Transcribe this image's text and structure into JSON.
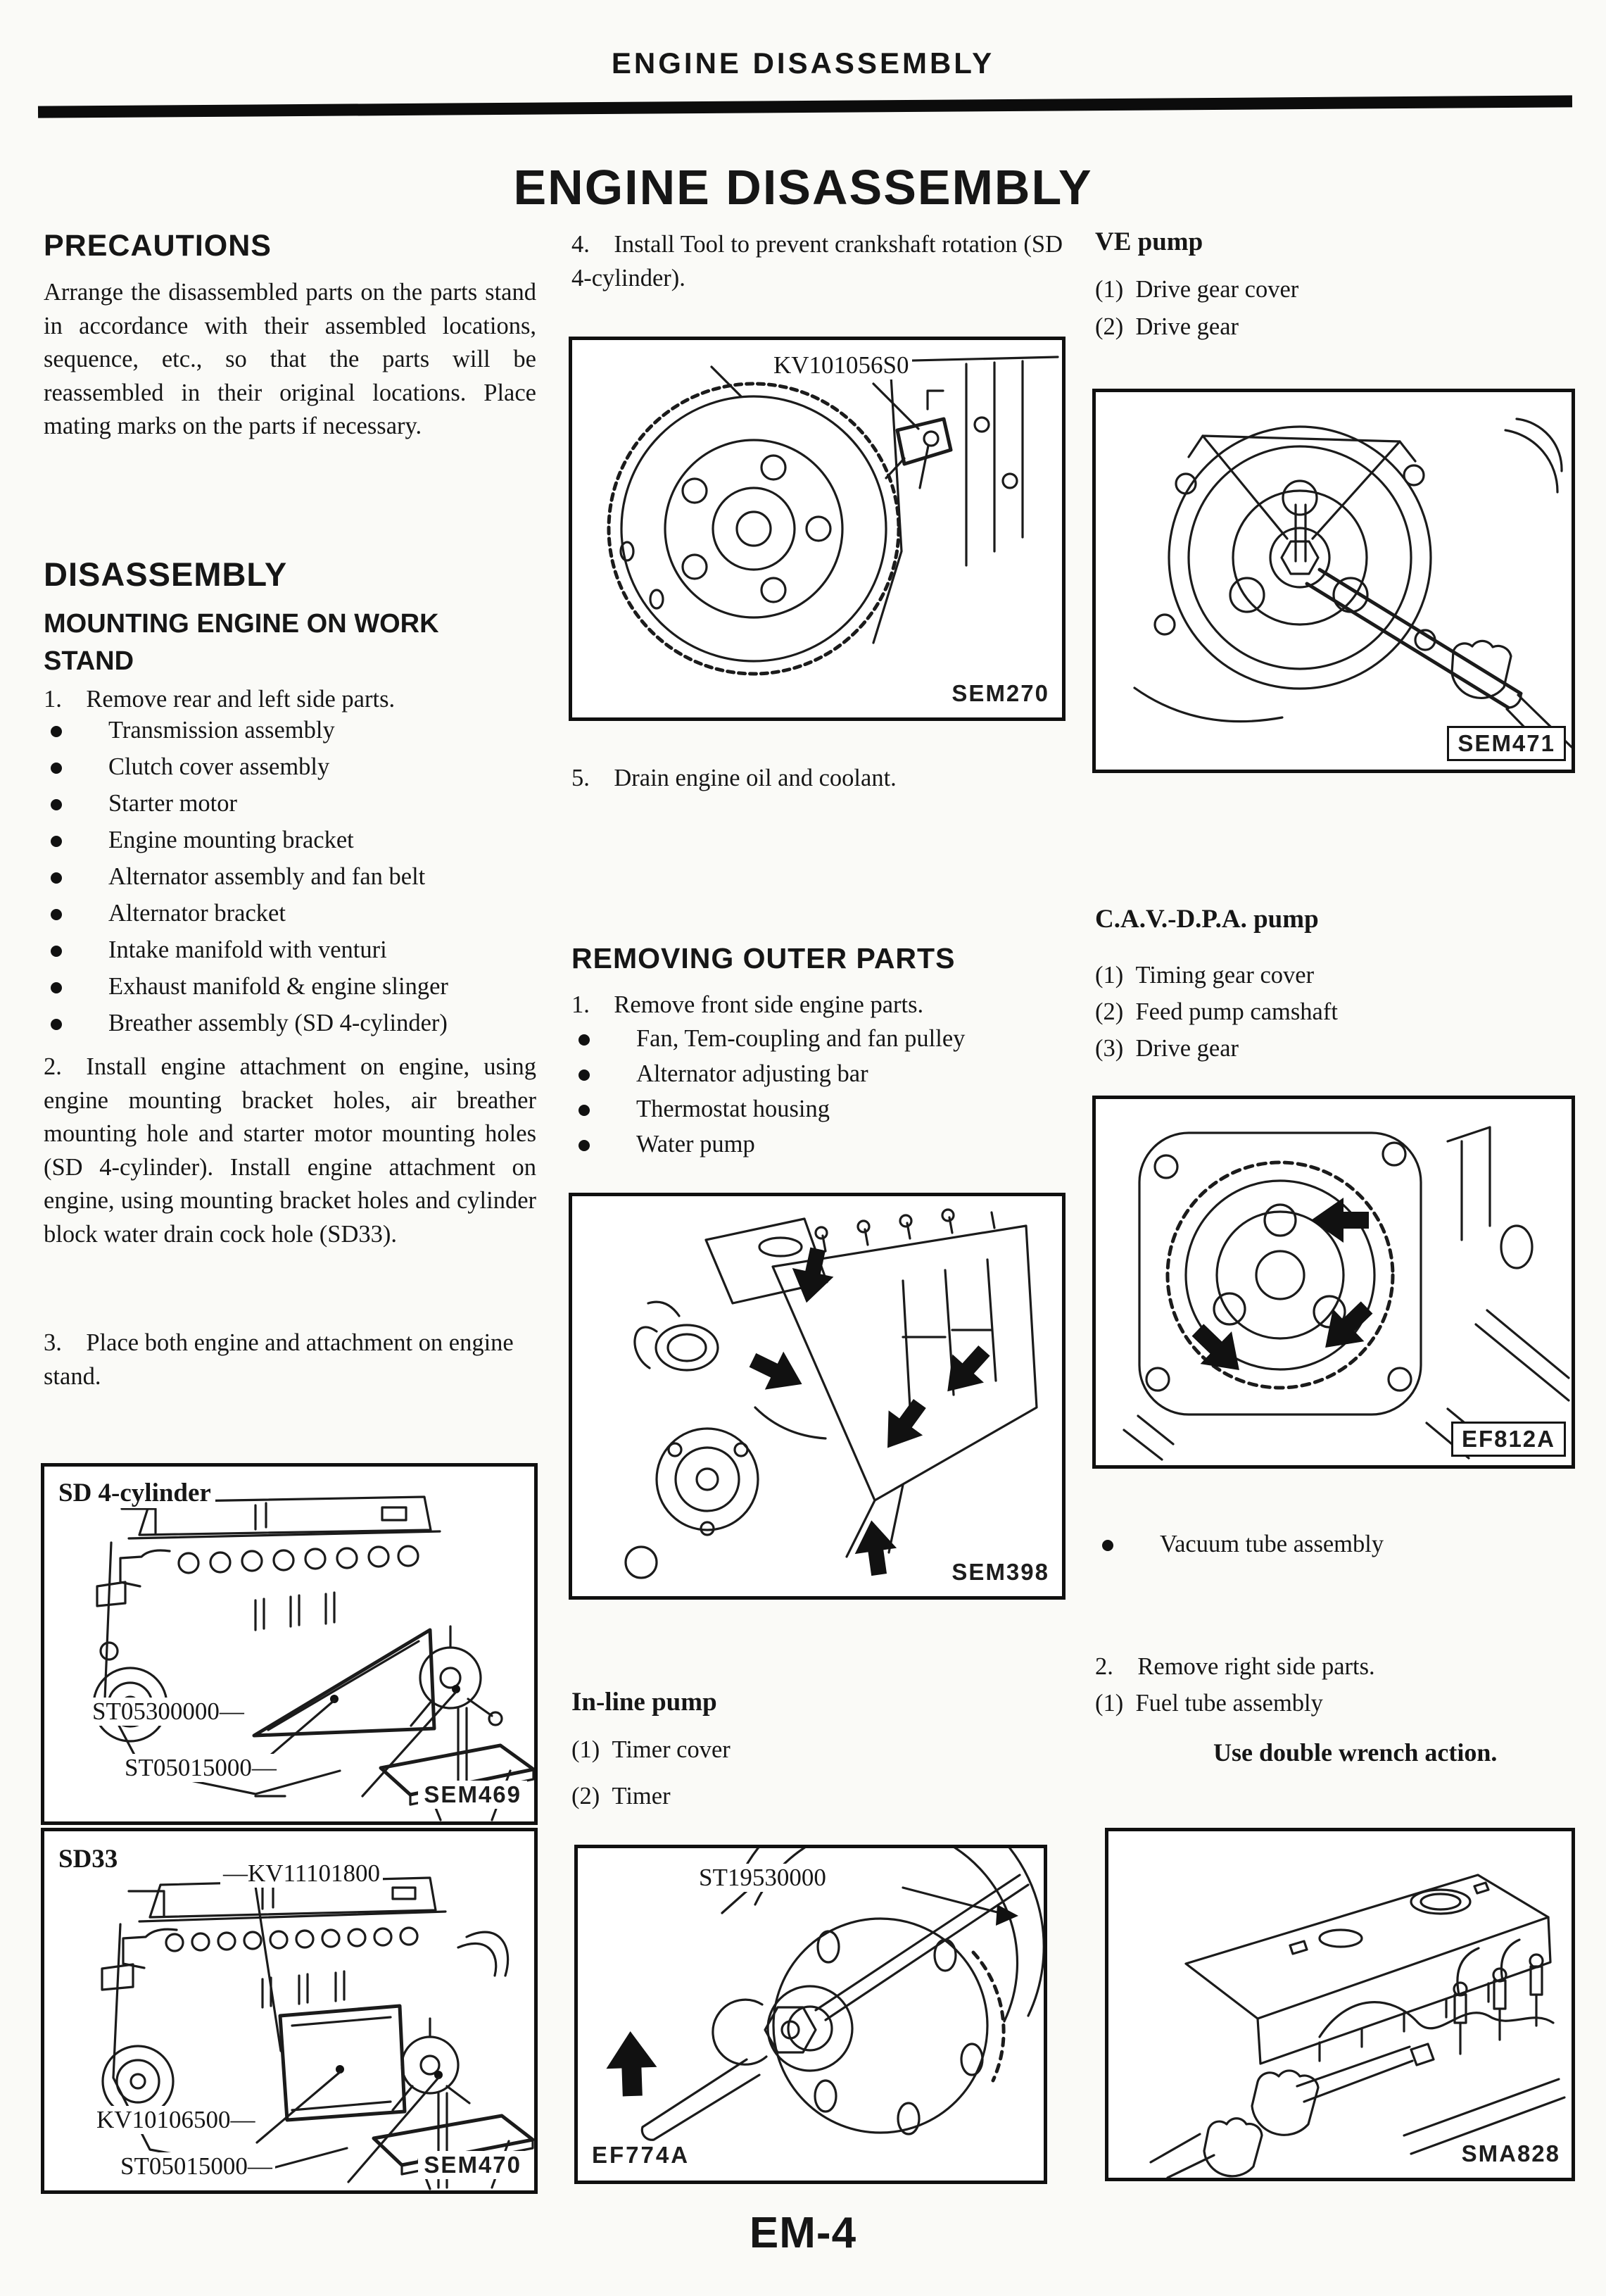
{
  "page": {
    "header": "ENGINE DISASSEMBLY",
    "title": "ENGINE DISASSEMBLY",
    "footer": "EM-4"
  },
  "left": {
    "precautions_heading": "PRECAUTIONS",
    "precautions_body": "Arrange the disassembled parts on the parts stand in accordance with their assembled locations, sequence, etc., so that the parts will be reassembled in their original locations. Place mating marks on the parts if necessary.",
    "disassembly_heading": "DISASSEMBLY",
    "mounting_heading": "MOUNTING ENGINE ON WORK STAND",
    "step1": "1. Remove rear and left side parts.",
    "step1_bullets": [
      "Transmission assembly",
      "Clutch cover assembly",
      "Starter motor",
      "Engine mounting bracket",
      "Alternator assembly and fan belt",
      "Alternator bracket",
      "Intake manifold with venturi",
      "Exhaust manifold & engine slinger",
      "Breather assembly (SD 4-cylinder)"
    ],
    "step2": "2. Install engine attachment on engine, using engine mounting bracket holes, air breather mounting hole and starter motor mounting holes (SD 4-cylinder). Install engine attachment on engine, using mounting bracket holes and cylinder block water drain cock hole (SD33).",
    "step3": "3. Place both engine and attachment on engine stand."
  },
  "middle": {
    "step4": "4. Install Tool to prevent crankshaft rotation (SD 4-cylinder).",
    "step5": "5. Drain engine oil and coolant.",
    "removing_heading": "REMOVING OUTER PARTS",
    "step1": "1. Remove front side engine parts.",
    "bullets": [
      "Fan, Tem-coupling and fan pulley",
      "Alternator adjusting bar",
      "Thermostat housing",
      "Water pump"
    ],
    "inline_pump_heading": "In-line pump",
    "inline_items": [
      "(1) Timer cover",
      "(2) Timer"
    ]
  },
  "right": {
    "ve_heading": "VE pump",
    "ve_items": [
      "(1) Drive gear cover",
      "(2) Drive gear"
    ],
    "cav_heading": "C.A.V.-D.P.A. pump",
    "cav_items": [
      "(1) Timing gear cover",
      "(2) Feed pump camshaft",
      "(3) Drive gear"
    ],
    "vacuum_bullet": "Vacuum tube assembly",
    "step2": "2. Remove right side parts.",
    "fuel_item": "(1) Fuel tube assembly",
    "note": "Use double wrench action."
  },
  "figures": {
    "sem469": {
      "caption": "SD 4-cylinder",
      "label1": "ST05300000—",
      "label2": "ST05015000—",
      "code": "SEM469"
    },
    "sem470": {
      "caption": "SD33",
      "label1": "—KV11101800",
      "label2": "KV10106500—",
      "label3": "ST05015000—",
      "code": "SEM470"
    },
    "sem270": {
      "label1": "KV101056S0",
      "code": "SEM270"
    },
    "sem398": {
      "code": "SEM398"
    },
    "ef774a": {
      "label1": "ST19530000",
      "code": "EF774A"
    },
    "sem471": {
      "code": "SEM471"
    },
    "ef812a": {
      "code": "EF812A"
    },
    "sma828": {
      "code": "SMA828"
    }
  }
}
